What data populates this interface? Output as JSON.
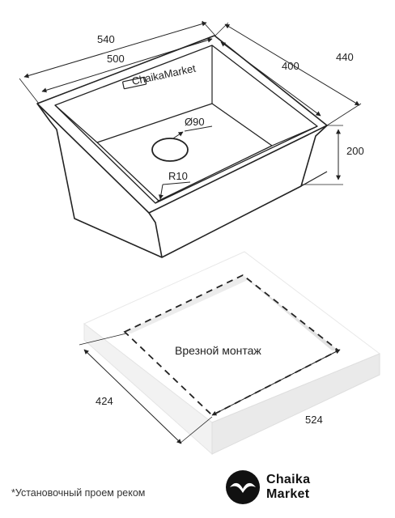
{
  "sink_drawing": {
    "dims": {
      "outer_width": "540",
      "inner_width": "500",
      "outer_depth": "440",
      "inner_depth": "400",
      "height": "200",
      "drain": "Ø90",
      "radius": "R10",
      "faucet_label": "ChaikaMarket"
    }
  },
  "cutout_drawing": {
    "title": "Врезной монтаж",
    "depth": "424",
    "width": "524"
  },
  "footer": {
    "note": "*Установочный проем реком"
  },
  "brand": {
    "line1": "Chaika",
    "line2": "Market",
    "color": "#111111"
  }
}
